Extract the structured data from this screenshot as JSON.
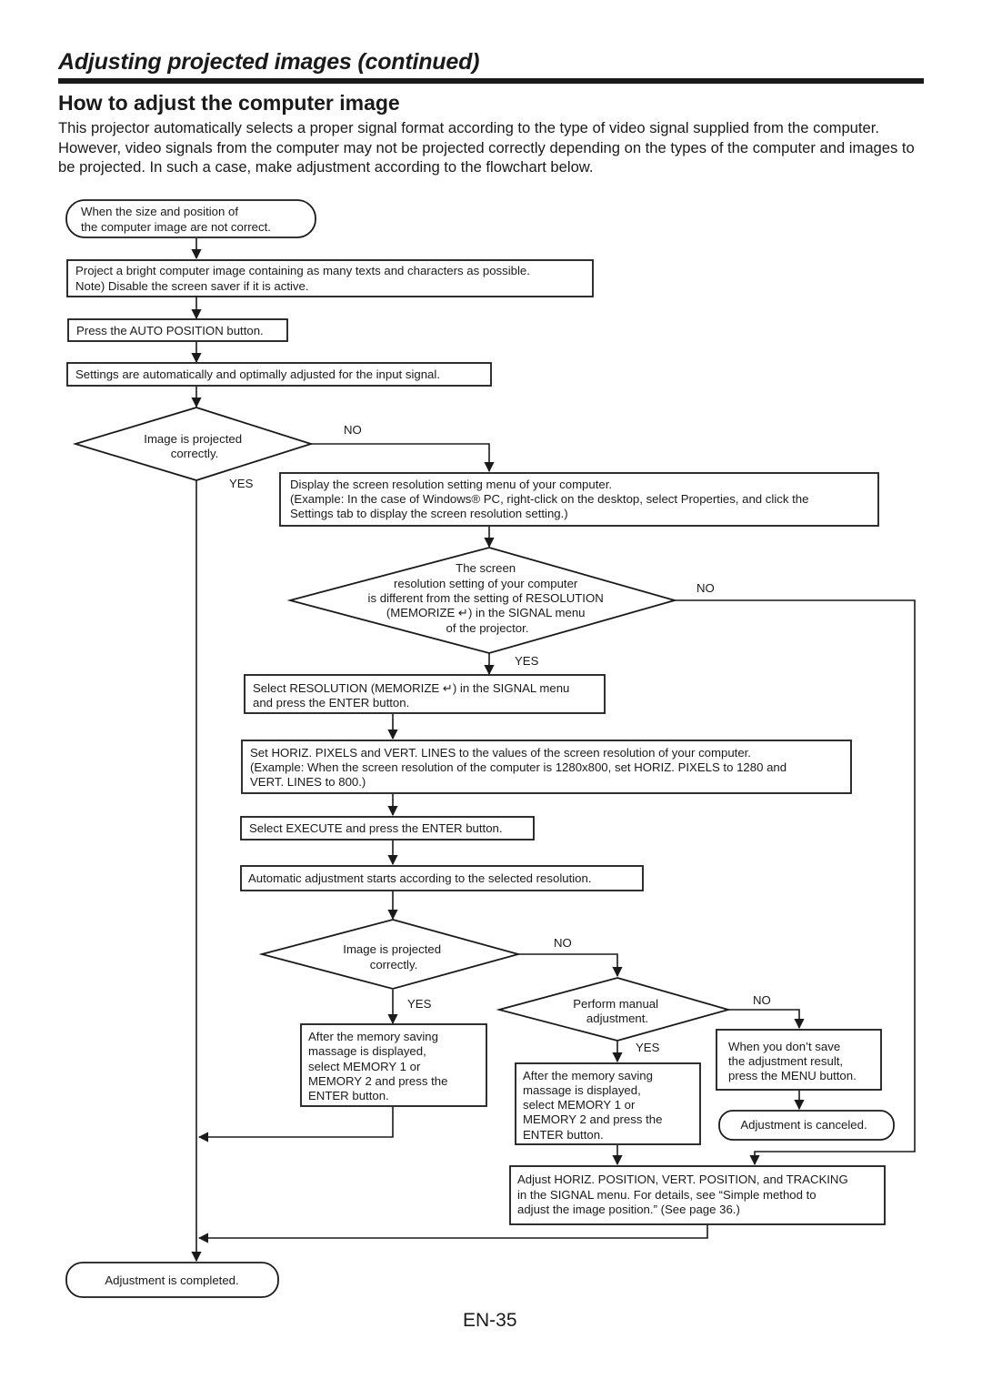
{
  "header": {
    "section_title": "Adjusting projected images (continued)",
    "heading": "How to adjust the computer image",
    "intro": "This projector automatically selects a proper signal format according to the type of video signal supplied from the computer. However, video signals from the computer may not be projected correctly depending on the types of the computer and images to be projected. In such a case, make adjustment according to the flowchart below."
  },
  "flowchart": {
    "start": [
      "When the size and position of",
      "the computer image are not correct."
    ],
    "step_project": [
      "Project a bright computer image containing as many texts and characters as possible.",
      "Note) Disable the screen saver if it is active."
    ],
    "step_auto_position": [
      "Press the AUTO POSITION button."
    ],
    "step_auto_adjusted": [
      "Settings are automatically and optimally adjusted for the input signal."
    ],
    "decision_projected_1": [
      "Image is projected",
      "correctly."
    ],
    "step_display_resolution": [
      "Display the screen resolution setting menu of your computer.",
      "(Example: In the case of Windows® PC, right-click on the desktop, select Properties, and click the",
      "Settings tab to display the screen resolution setting.)"
    ],
    "decision_resolution": [
      "The screen",
      "resolution setting of your computer",
      "is different from the setting of RESOLUTION",
      "(MEMORIZE ↵) in the SIGNAL menu",
      "of the projector."
    ],
    "step_select_resolution": [
      "Select RESOLUTION (MEMORIZE ↵) in the SIGNAL menu",
      "and press the ENTER button."
    ],
    "step_set_pixels": [
      "Set HORIZ. PIXELS and VERT. LINES to the values of the screen resolution of your computer.",
      "(Example: When the screen resolution of the computer is 1280x800, set HORIZ. PIXELS to 1280 and",
      "VERT. LINES to 800.)"
    ],
    "step_execute": [
      "Select EXECUTE and press the ENTER button."
    ],
    "step_auto_start": [
      "Automatic adjustment starts according to the selected resolution."
    ],
    "decision_projected_2": [
      "Image is projected",
      "correctly."
    ],
    "decision_manual": [
      "Perform manual",
      "adjustment."
    ],
    "step_memory_1": [
      "After the memory saving",
      "massage is displayed,",
      "select MEMORY 1 or",
      "MEMORY 2 and press the",
      "ENTER button."
    ],
    "step_memory_2": [
      "After the memory saving",
      "massage is displayed,",
      "select MEMORY 1 or",
      "MEMORY 2 and press the",
      "ENTER button."
    ],
    "step_menu_button": [
      "When you don’t save",
      "the adjustment result,",
      "press the MENU button."
    ],
    "end_canceled": [
      "Adjustment is canceled."
    ],
    "step_adjust_position": [
      "Adjust HORIZ. POSITION, VERT. POSITION, and TRACKING",
      "in the SIGNAL menu. For details, see “Simple method to",
      "adjust the image position.” (See page 36.)"
    ],
    "end_completed": [
      "Adjustment is completed."
    ],
    "labels": {
      "no_1": "NO",
      "yes_1": "YES",
      "no_2": "NO",
      "yes_2": "YES",
      "no_3": "NO",
      "yes_3": "YES",
      "no_4": "NO",
      "yes_4": "YES"
    }
  },
  "footer": {
    "page_number": "EN-35"
  }
}
